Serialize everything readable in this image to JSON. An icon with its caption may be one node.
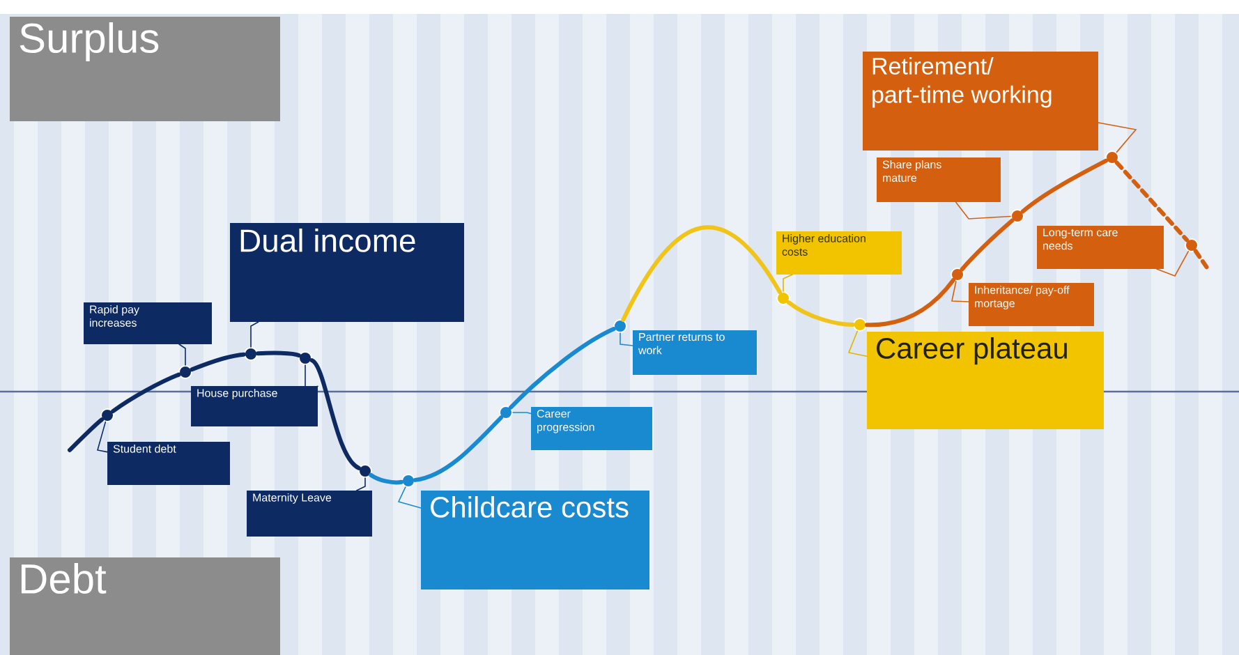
{
  "diagram": {
    "nodes": [
      {
        "text": [
          "Surplus"
        ]
      },
      {
        "text": [
          "Retirement/ part-time working"
        ]
      },
      {
        "text": [
          "Dual income"
        ]
      },
      {
        "text": [
          "Share plans mature"
        ]
      },
      {
        "text": [
          "Higher education costs"
        ]
      },
      {
        "text": [
          "Long-term care needs"
        ]
      },
      {
        "text": [
          "Inheritance/ pay-off mortage"
        ]
      },
      {
        "text": [
          "Rapid pay increases"
        ]
      },
      {
        "text": [
          "Partner returns to work"
        ]
      },
      {
        "text": [
          "Career plateau"
        ]
      },
      {
        "text": [
          "House purchase"
        ]
      },
      {
        "text": [
          "Career progression"
        ]
      },
      {
        "text": [
          "Student debt"
        ]
      },
      {
        "text": [
          "Childcare costs"
        ]
      },
      {
        "text": [
          "Maternity Leave"
        ]
      },
      {
        "text": [
          "Debt"
        ]
      },
      {
        "text": [],
        "shape": "circle"
      },
      {
        "text": [],
        "shape": "circle"
      },
      {
        "text": [],
        "shape": "circle"
      },
      {
        "text": [],
        "shape": "circle"
      },
      {
        "text": [],
        "shape": "circle"
      },
      {
        "text": [],
        "shape": "circle"
      },
      {
        "text": [],
        "shape": "circle"
      },
      {
        "text": [],
        "shape": "circle"
      },
      {
        "text": [],
        "shape": "circle"
      },
      {
        "text": [],
        "shape": "circle"
      },
      {
        "text": [],
        "shape": "circle"
      },
      {
        "text": [],
        "shape": "circle"
      },
      {
        "text": [],
        "shape": "circle"
      },
      {
        "text": [],
        "shape": "circle"
      }
    ],
    "edges": [
      {
        "from": null,
        "to": 16,
        "arrow": "none",
        "color": "#0e2a63"
      },
      {
        "from": 16,
        "to": 17,
        "arrow": "none",
        "color": "#0e2a63"
      },
      {
        "from": 17,
        "to": 18,
        "arrow": "none",
        "color": "#0e2a63"
      },
      {
        "from": 18,
        "to": 19,
        "arrow": "none",
        "color": "#0e2a63"
      },
      {
        "from": 19,
        "to": 20,
        "arrow": "none",
        "color": "#0e2a63"
      },
      {
        "from": 20,
        "to": 21,
        "arrow": "none",
        "color": "#1a8ad0"
      },
      {
        "from": 21,
        "to": 22,
        "arrow": "none",
        "color": "#1a8ad0"
      },
      {
        "from": 22,
        "to": 23,
        "arrow": "none",
        "color": "#1a8ad0"
      },
      {
        "from": 23,
        "to": 24,
        "arrow": "none",
        "color": "#f0c419"
      },
      {
        "from": 24,
        "to": 25,
        "arrow": "none",
        "color": "#f0c419"
      },
      {
        "from": 25,
        "to": 26,
        "arrow": "none",
        "color": "#d4600f"
      },
      {
        "from": 26,
        "to": 27,
        "arrow": "none",
        "color": "#d4600f"
      },
      {
        "from": 27,
        "to": 28,
        "arrow": "none",
        "color": "#d4600f"
      },
      {
        "from": 28,
        "to": 29,
        "arrow": "none",
        "style": "dashed",
        "color": "#d4600f"
      },
      {
        "from": 29,
        "to": null,
        "arrow": "none",
        "style": "dashed",
        "color": "#d4600f"
      },
      {
        "from": 12,
        "to": 16,
        "arrow": "none",
        "color": "#0e2a63"
      },
      {
        "from": 7,
        "to": 17,
        "arrow": "none",
        "color": "#0e2a63"
      },
      {
        "from": 2,
        "to": 18,
        "arrow": "none",
        "color": "#0e2a63"
      },
      {
        "from": 10,
        "to": 19,
        "arrow": "none",
        "color": "#0e2a63"
      },
      {
        "from": 14,
        "to": 20,
        "arrow": "none",
        "color": "#0e2a63"
      },
      {
        "from": 13,
        "to": 21,
        "arrow": "none",
        "color": "#1a8ad0"
      },
      {
        "from": 11,
        "to": 22,
        "arrow": "none",
        "color": "#1a8ad0"
      },
      {
        "from": 8,
        "to": 23,
        "arrow": "none",
        "color": "#1a8ad0"
      },
      {
        "from": 4,
        "to": 24,
        "arrow": "none",
        "color": "#e0b400"
      },
      {
        "from": 9,
        "to": 25,
        "arrow": "none",
        "color": "#e0b400"
      },
      {
        "from": 6,
        "to": 26,
        "arrow": "none",
        "color": "#d4600f"
      },
      {
        "from": 3,
        "to": 27,
        "arrow": "none",
        "color": "#d4600f"
      },
      {
        "from": 1,
        "to": 28,
        "arrow": "none",
        "color": "#d4600f"
      },
      {
        "from": 5,
        "to": 29,
        "arrow": "none",
        "color": "#d4600f"
      }
    ]
  }
}
